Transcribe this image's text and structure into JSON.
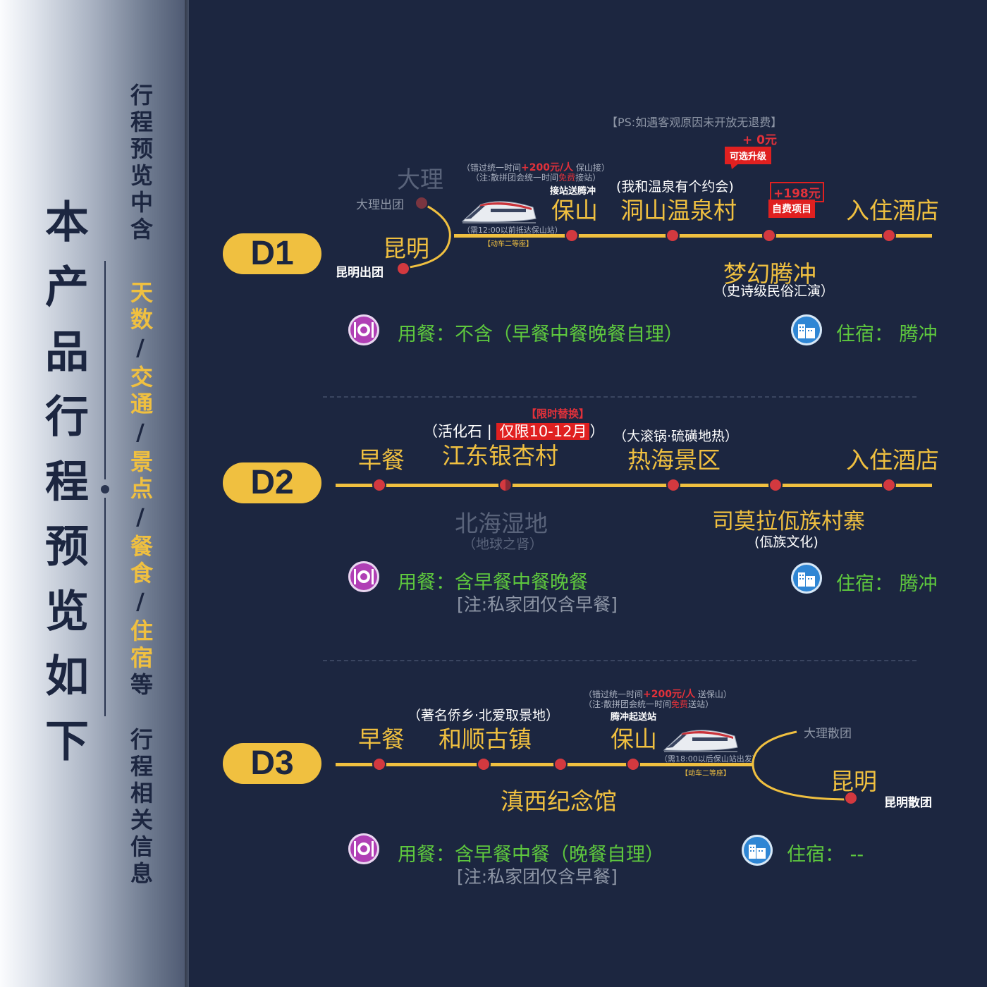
{
  "sidebar": {
    "title": "本产品行程预览如下",
    "sub1": "行程预览中含",
    "sub2_items": [
      "天数",
      "交通",
      "景点",
      "餐食",
      "住宿"
    ],
    "sub2_sep": "/",
    "sub2_suffix": "等",
    "sub3": "行程相关信息"
  },
  "d1": {
    "badge": "D1",
    "dali": "大理",
    "dali_depart": "大理出团",
    "kunming": "昆明",
    "kunming_depart": "昆明出团",
    "pickup_note1_a": "（错过统一时间",
    "pickup_note1_price": "+200元/人",
    "pickup_note1_b": "保山接）",
    "pickup_note2_a": "（注:散拼团会统一时间",
    "pickup_note2_free": "免费",
    "pickup_note2_b": "接站）",
    "pickup_label": "接站送腾冲",
    "train_note": "（需12:00以前抵达保山站）",
    "train_class": "【动车二等座】",
    "baoshan": "保山",
    "ps_note": "【PS:如遇客观原因未开放无退费】",
    "plus_zero": "+ 0元",
    "upgrade_tag": "可选升级",
    "hotspring_sub": "(我和温泉有个约会)",
    "hotspring": "洞山温泉村",
    "price_198": "+198元",
    "self_pay": "自费项目",
    "hotel": "入住酒店",
    "show": "梦幻腾冲",
    "show_sub": "（史诗级民俗汇演）",
    "meal_label": "用餐：",
    "meal_value": "不含（早餐中餐晚餐自理）",
    "stay_label": "住宿：",
    "stay_value": "腾冲"
  },
  "d2": {
    "badge": "D2",
    "breakfast": "早餐",
    "limited_swap": "【限时替换】",
    "fossil_a": "（活化石",
    "fossil_sep": "|",
    "fossil_limit": "仅限10-12月",
    "fossil_b": "）",
    "ginkgo": "江东银杏村",
    "rehai_sub": "（大滚锅·硫磺地热）",
    "rehai": "热海景区",
    "hotel": "入住酒店",
    "wetland": "北海湿地",
    "wetland_sub": "（地球之肾）",
    "wa_village": "司莫拉佤族村寨",
    "wa_sub": "(佤族文化)",
    "meal_label": "用餐：",
    "meal_value": "含早餐中餐晚餐",
    "meal_note": "[注:私家团仅含早餐]",
    "stay_label": "住宿：",
    "stay_value": "腾冲"
  },
  "d3": {
    "badge": "D3",
    "breakfast": "早餐",
    "heshun_sub": "（著名侨乡·北爱取景地）",
    "heshun": "和顺古镇",
    "drop_note1_a": "（错过统一时间",
    "drop_note1_price": "+200元/人",
    "drop_note1_b": "送保山）",
    "drop_note2_a": "（注:散拼团会统一时间",
    "drop_note2_free": "免费",
    "drop_note2_b": "送站）",
    "drop_label": "腾冲起送站",
    "baoshan": "保山",
    "train_note": "（需18:00以后保山站出发）",
    "train_class": "【动车二等座】",
    "dali_end": "大理散团",
    "kunming": "昆明",
    "kunming_end": "昆明散团",
    "memorial": "滇西纪念馆",
    "meal_label": "用餐：",
    "meal_value": "含早餐中餐（晚餐自理）",
    "meal_note": "[注:私家团仅含早餐]",
    "stay_label": "住宿：",
    "stay_value": "--"
  },
  "icons": {
    "meal": "meal-plate-icon",
    "hotel": "hotel-building-icon",
    "train": "bullet-train-icon"
  },
  "colors": {
    "background": "#1c2640",
    "gold": "#f0c040",
    "stop_red": "#d3393f",
    "meal_green": "#5ec83e",
    "price_red": "#e02020"
  }
}
